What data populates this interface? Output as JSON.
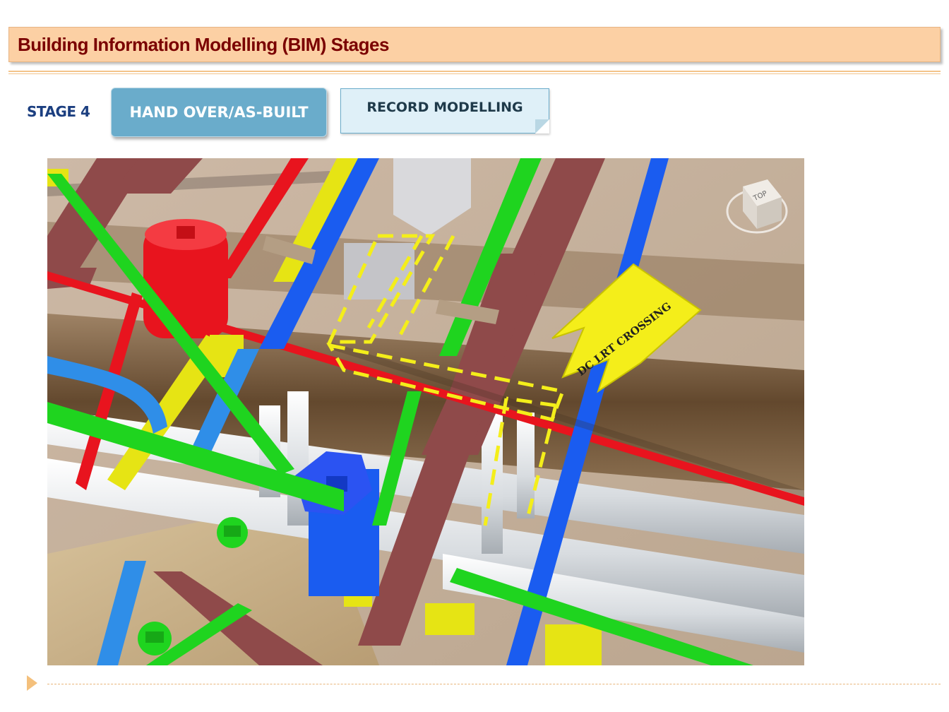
{
  "header": {
    "title": "Building Information Modelling (BIM) Stages"
  },
  "stage": {
    "label": "STAGE 4",
    "primary_tab": "HAND OVER/AS-BUILT",
    "secondary_tab": "RECORD MODELLING"
  },
  "scene": {
    "callout_label": "DC LRT CROSSING",
    "viewcube_label": "TOP",
    "colors": {
      "pipe_red": "#e8141e",
      "pipe_yellow": "#e6e414",
      "pipe_green": "#1fd41f",
      "pipe_blue": "#1a5cf0",
      "pipe_light_blue": "#2f8ee8",
      "pipe_white": "#e8ebee",
      "beam_brown": "#8f4a4a",
      "soil": "#7a5a3a",
      "highlight_dash": "#f4ee1a"
    }
  },
  "icons": {
    "viewcube": "viewcube-icon",
    "footer_bullet": "triangle-bullet-icon"
  }
}
